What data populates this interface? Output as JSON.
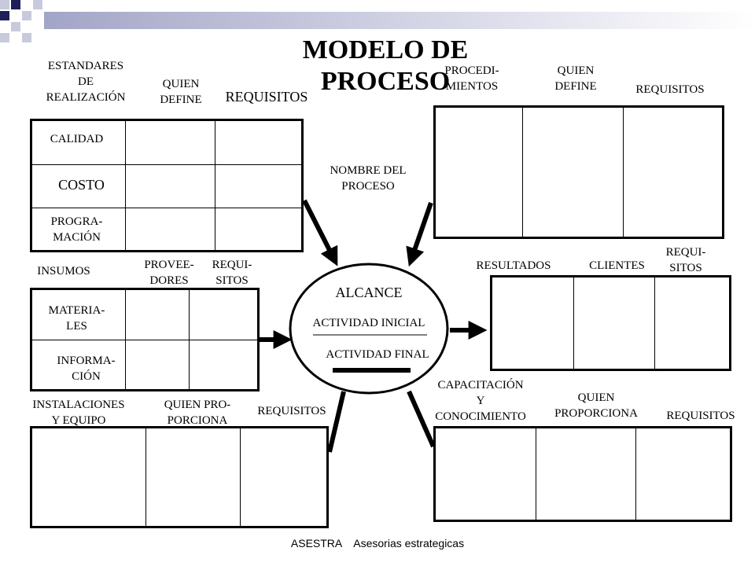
{
  "title": "MODELO DE PROCESO",
  "footer": "ASESTRA    Asesorias estrategicas",
  "center": {
    "process_name_label": "NOMBRE DEL\nPROCESO",
    "scope": "ALCANCE",
    "initial_activity": "ACTIVIDAD INICIAL",
    "final_activity": "ACTIVIDAD FINAL"
  },
  "standards": {
    "header": "ESTANDARES\nDE\nREALIZACIÓN",
    "who_defines": "QUIEN\nDEFINE",
    "requirements": "REQUISITOS",
    "rows": [
      "CALIDAD",
      "COSTO",
      "PROGRA-\nMACIÓN"
    ]
  },
  "procedures": {
    "header": "PROCEDI-\nMIENTOS",
    "who_defines": "QUIEN\nDEFINE",
    "requirements": "REQUISITOS"
  },
  "inputs": {
    "header": "INSUMOS",
    "suppliers": "PROVEE-\nDORES",
    "requirements": "REQUI-\nSITOS",
    "rows": [
      "MATERIA-\nLES",
      "INFORMA-\nCIÓN"
    ]
  },
  "results": {
    "header": "RESULTADOS",
    "clients": "CLIENTES",
    "requirements": "REQUI-\nSITOS"
  },
  "facilities": {
    "header": "INSTALACIONES\nY EQUIPO",
    "who_provides": "QUIEN PRO-\nPORCIONA",
    "requirements": "REQUISITOS"
  },
  "training": {
    "header": "CAPACITACIÓN\nY\nCONOCIMIENTO",
    "who_provides": "QUIEN\nPROPORCIONA",
    "requirements": "REQUISITOS"
  },
  "colors": {
    "square_dark": "#1f1f5c",
    "square_light": "#c7c9dc",
    "bar_gradient_start": "#a3a5c7",
    "bar_gradient_end": "#ffffff"
  }
}
